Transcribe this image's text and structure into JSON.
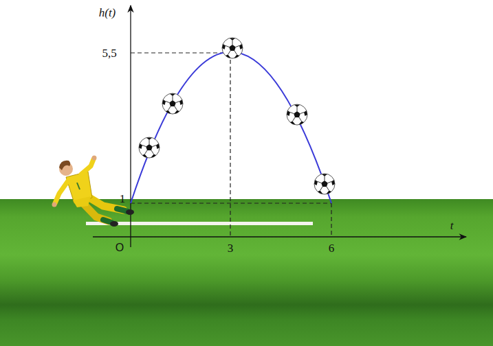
{
  "diagram": {
    "labels": [
      "h(t)",
      "5,5",
      "1",
      "O",
      "3",
      "6",
      "t"
    ]
  }
}
